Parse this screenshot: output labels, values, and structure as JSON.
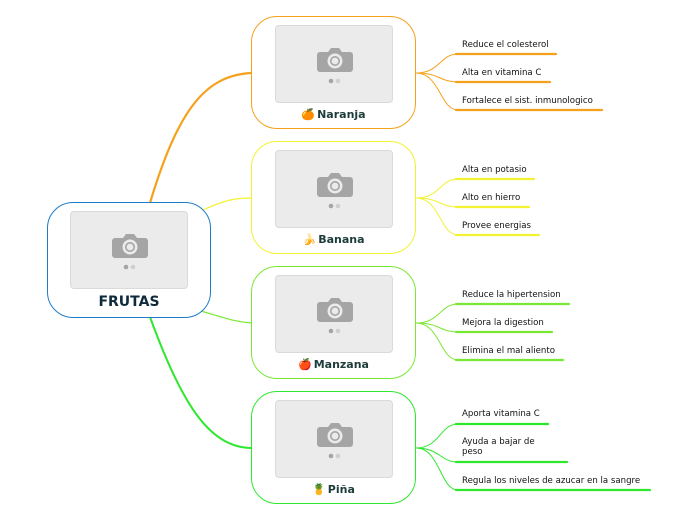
{
  "root": {
    "label": "FRUTAS"
  },
  "colors": {
    "root": "#1e7dc6",
    "naranja": "#f5a11c",
    "banana": "#f2f230",
    "manzana": "#79e834",
    "pina": "#2ee82e",
    "placeholder_icon": "#a5a5a5"
  },
  "fruits": [
    {
      "key": "naranja",
      "label": "Naranja",
      "icon": "orange-emoji",
      "glyph": "🍊",
      "facts": [
        "Reduce el colesterol",
        "Alta en vitamina C",
        "Fortalece el sist. inmunologico"
      ]
    },
    {
      "key": "banana",
      "label": "Banana",
      "icon": "banana-emoji",
      "glyph": "🍌",
      "facts": [
        "Alta en potasio",
        "Alto en hierro",
        "Provee energias"
      ]
    },
    {
      "key": "manzana",
      "label": "Manzana",
      "icon": "apple-emoji",
      "glyph": "🍎",
      "facts": [
        "Reduce la hipertension",
        "Mejora la digestion",
        "Elimina el mal aliento"
      ]
    },
    {
      "key": "pina",
      "label": "Piña",
      "icon": "pineapple-emoji",
      "glyph": "🍍",
      "facts": [
        "Aporta vitamina C",
        "Ayuda a bajar de peso",
        "Regula los niveles de azucar en la sangre"
      ]
    }
  ]
}
